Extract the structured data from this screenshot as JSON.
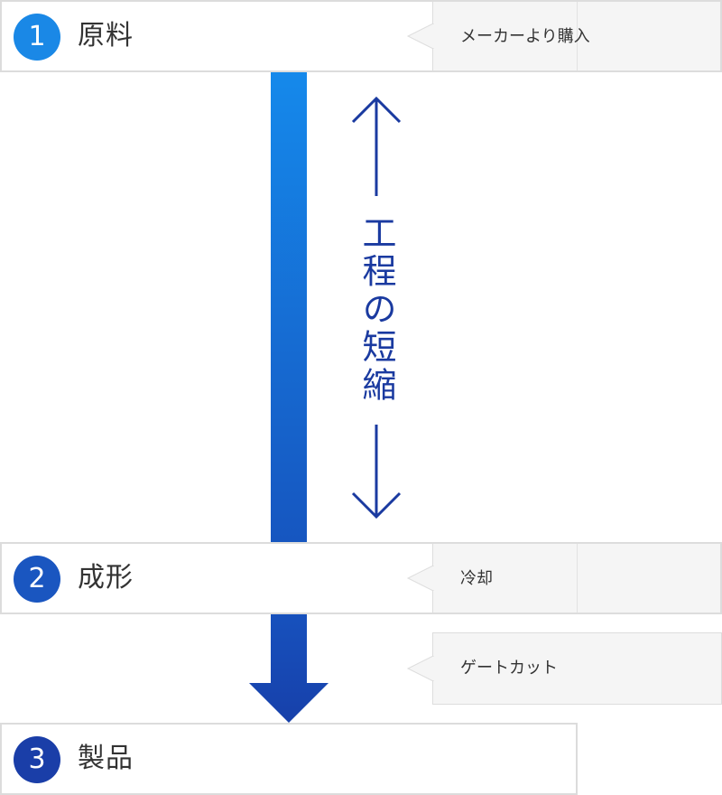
{
  "steps": [
    {
      "num": "1",
      "label": "原料",
      "color": "#1a88e6"
    },
    {
      "num": "2",
      "label": "成形",
      "color": "#1a56c0"
    },
    {
      "num": "3",
      "label": "製品",
      "color": "#1a3ea8"
    }
  ],
  "notes": {
    "purchase": "メーカーより購入",
    "cooling": "冷却",
    "gate_cut": "ゲートカット"
  },
  "shortening_label": "工程の短縮",
  "colors": {
    "bar_top": "#1589eb",
    "bar_bottom": "#1740aa",
    "arrow": "#1a3aa0",
    "border": "#dcdcdc",
    "note_bg": "#f5f5f5"
  }
}
